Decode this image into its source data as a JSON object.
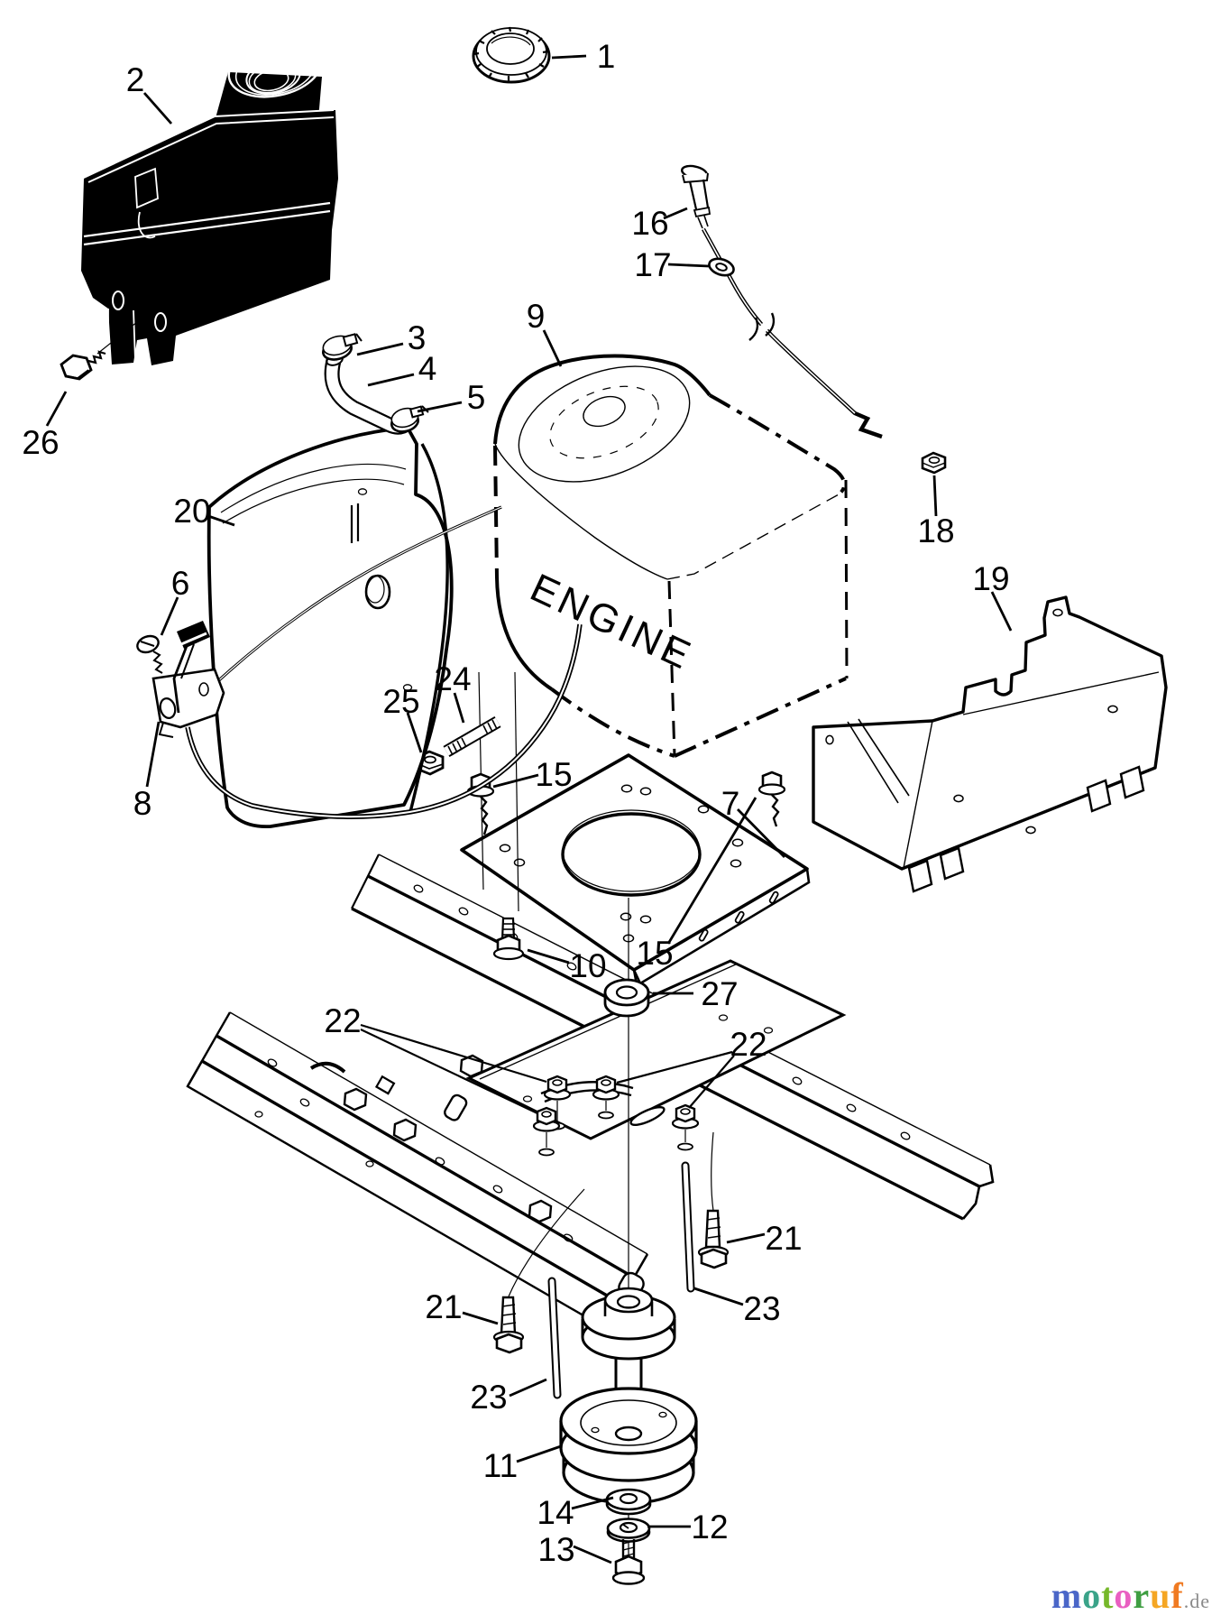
{
  "diagram": {
    "engine_box_label": "ENGINE",
    "callouts": {
      "1": "1",
      "2": "2",
      "3": "3",
      "4": "4",
      "5": "5",
      "6": "6",
      "7": "7",
      "8": "8",
      "9": "9",
      "10": "10",
      "11": "11",
      "12": "12",
      "13": "13",
      "14": "14",
      "15": "15",
      "16": "16",
      "17": "17",
      "18": "18",
      "19": "19",
      "20": "20",
      "21": "21",
      "22": "22",
      "23": "23",
      "24": "24",
      "25": "25",
      "26": "26",
      "27": "27"
    }
  },
  "watermark": {
    "word_letters": [
      {
        "ch": "m",
        "color": "#4a66c8"
      },
      {
        "ch": "o",
        "color": "#3aa389"
      },
      {
        "ch": "t",
        "color": "#76b82a"
      },
      {
        "ch": "o",
        "color": "#e95fc1"
      },
      {
        "ch": "r",
        "color": "#3f9e42"
      },
      {
        "ch": "u",
        "color": "#f5a623"
      },
      {
        "ch": "f",
        "color": "#f07a22"
      }
    ],
    "suffix": ".de",
    "suffix_color": "#8a8a8a"
  }
}
